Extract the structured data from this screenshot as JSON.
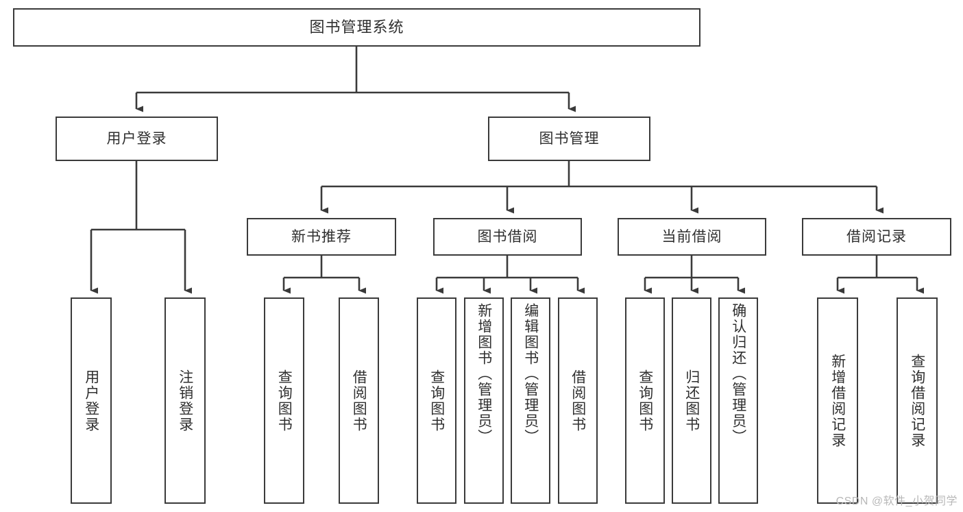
{
  "diagram": {
    "title": "图书管理系统",
    "type": "tree-hierarchy-chart",
    "colors": {
      "background": "#ffffff",
      "box_border": "#3a3a3a",
      "box_fill": "#ffffff",
      "text": "#2f2f2f",
      "connector": "#3a3a3a",
      "watermark": "#b8b8b8"
    },
    "watermark": "CSDN @软件_小贺同学"
  },
  "nodes": {
    "root": {
      "label": "图书管理系统"
    },
    "level2": [
      {
        "id": "user-login",
        "label": "用户登录"
      },
      {
        "id": "book-manage",
        "label": "图书管理"
      }
    ],
    "level3": [
      {
        "id": "new-book-recommend",
        "label": "新书推荐"
      },
      {
        "id": "book-borrow",
        "label": "图书借阅"
      },
      {
        "id": "current-borrow",
        "label": "当前借阅"
      },
      {
        "id": "borrow-record",
        "label": "借阅记录"
      }
    ],
    "leaves": {
      "user_login": [
        {
          "id": "leaf-user-login",
          "label": "用户登录"
        },
        {
          "id": "leaf-logout-login",
          "label": "注销登录"
        }
      ],
      "new_book_recommend": [
        {
          "id": "leaf-query-book-1",
          "label": "查询图书"
        },
        {
          "id": "leaf-borrow-book-1",
          "label": "借阅图书"
        }
      ],
      "book_borrow": [
        {
          "id": "leaf-query-book-2",
          "label": "查询图书"
        },
        {
          "id": "leaf-add-book",
          "label": "新增图书（管理员）"
        },
        {
          "id": "leaf-edit-book",
          "label": "编辑图书（管理员）"
        },
        {
          "id": "leaf-borrow-book-2",
          "label": "借阅图书"
        }
      ],
      "current_borrow": [
        {
          "id": "leaf-query-book-3",
          "label": "查询图书"
        },
        {
          "id": "leaf-return-book",
          "label": "归还图书"
        },
        {
          "id": "leaf-confirm-return",
          "label": "确认归还（管理员）"
        }
      ],
      "borrow_record": [
        {
          "id": "leaf-add-record",
          "label": "新增借阅记录"
        },
        {
          "id": "leaf-query-record",
          "label": "查询借阅记录"
        }
      ]
    }
  },
  "chart_data": {
    "type": "table",
    "title": "图书管理系统",
    "structure": [
      {
        "level": 1,
        "label": "图书管理系统",
        "children": [
          {
            "level": 2,
            "label": "用户登录",
            "children": [
              {
                "level": 3,
                "label": "用户登录"
              },
              {
                "level": 3,
                "label": "注销登录"
              }
            ]
          },
          {
            "level": 2,
            "label": "图书管理",
            "children": [
              {
                "level": 3,
                "label": "新书推荐",
                "children": [
                  {
                    "level": 4,
                    "label": "查询图书"
                  },
                  {
                    "level": 4,
                    "label": "借阅图书"
                  }
                ]
              },
              {
                "level": 3,
                "label": "图书借阅",
                "children": [
                  {
                    "level": 4,
                    "label": "查询图书"
                  },
                  {
                    "level": 4,
                    "label": "新增图书（管理员）"
                  },
                  {
                    "level": 4,
                    "label": "编辑图书（管理员）"
                  },
                  {
                    "level": 4,
                    "label": "借阅图书"
                  }
                ]
              },
              {
                "level": 3,
                "label": "当前借阅",
                "children": [
                  {
                    "level": 4,
                    "label": "查询图书"
                  },
                  {
                    "level": 4,
                    "label": "归还图书"
                  },
                  {
                    "level": 4,
                    "label": "确认归还（管理员）"
                  }
                ]
              },
              {
                "level": 3,
                "label": "借阅记录",
                "children": [
                  {
                    "level": 4,
                    "label": "新增借阅记录"
                  },
                  {
                    "level": 4,
                    "label": "查询借阅记录"
                  }
                ]
              }
            ]
          }
        ]
      }
    ]
  }
}
